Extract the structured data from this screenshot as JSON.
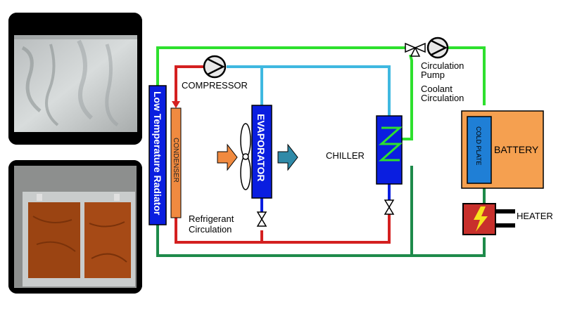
{
  "labels": {
    "compressor": "COMPRESSOR",
    "low_temp_radiator": "Low Temperature Radiator",
    "condenser": "CONDENSER",
    "evaporator": "EVAPORATOR",
    "refrigerant_line1": "Refrigerant",
    "refrigerant_line2": "Circulation",
    "chiller": "CHILLER",
    "pump_line1": "Circulation",
    "pump_line2": "Pump",
    "coolant_line1": "Coolant",
    "coolant_line2": "Circulation",
    "cold_plate": "COLD PLATE",
    "battery": "BATTERY",
    "heater": "HEATER"
  },
  "colors": {
    "coolant_green": "#2ee02e",
    "coolant_dark_green": "#1e8a4a",
    "refrigerant_red": "#d42020",
    "refrigerant_blue": "#3fb8e0",
    "component_blue": "#0a1ee0",
    "battery_orange": "#f5a050",
    "condenser_orange": "#f08a40",
    "cold_plate_blue": "#1f7fd6",
    "heater_red": "#c8302c"
  }
}
